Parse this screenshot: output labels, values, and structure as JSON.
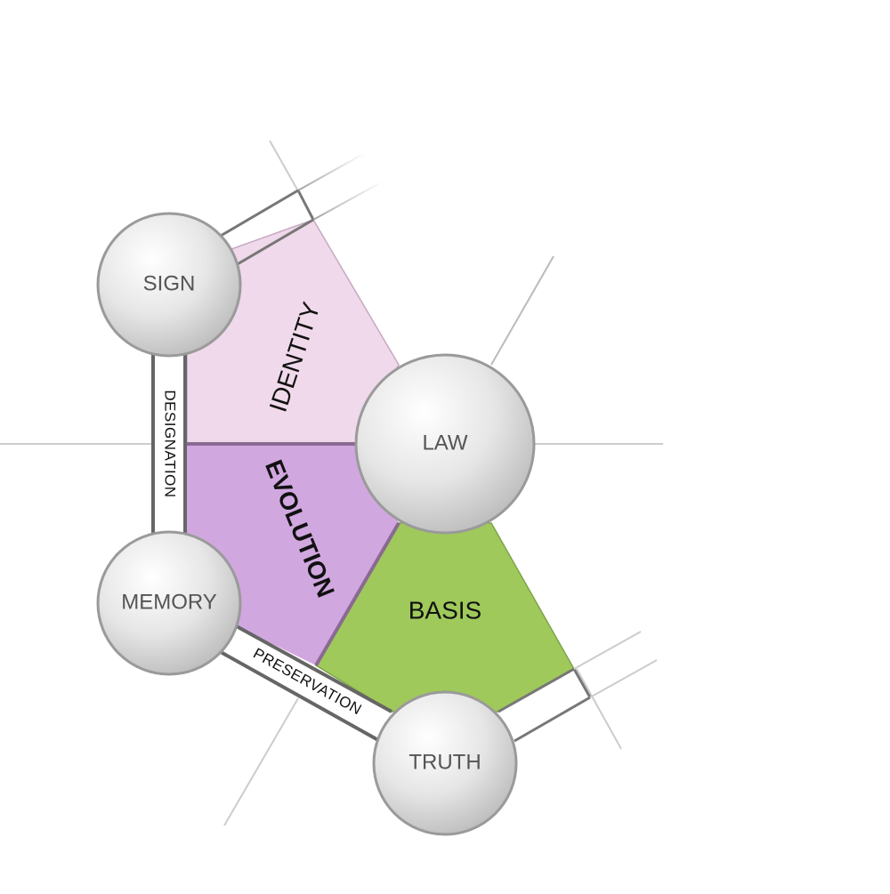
{
  "nodes": {
    "sign": "SIGN",
    "law": "LAW",
    "memory": "MEMORY",
    "truth": "TRUTH"
  },
  "regions": {
    "identity": "IDENTITY",
    "evolution": "EVOLUTION",
    "basis": "BASIS"
  },
  "bands": {
    "designation": "DESIGNATION",
    "preservation": "PRESERVATION"
  },
  "colors": {
    "identity": "#efd9ea",
    "evolution": "#d1a7e0",
    "basis": "#9fc95a",
    "divider": "#8a6a92",
    "band_edge": "#666666",
    "node_fill_light": "#ffffff",
    "node_fill_dark": "#bdbdbd",
    "node_stroke": "#9a9a9a"
  }
}
